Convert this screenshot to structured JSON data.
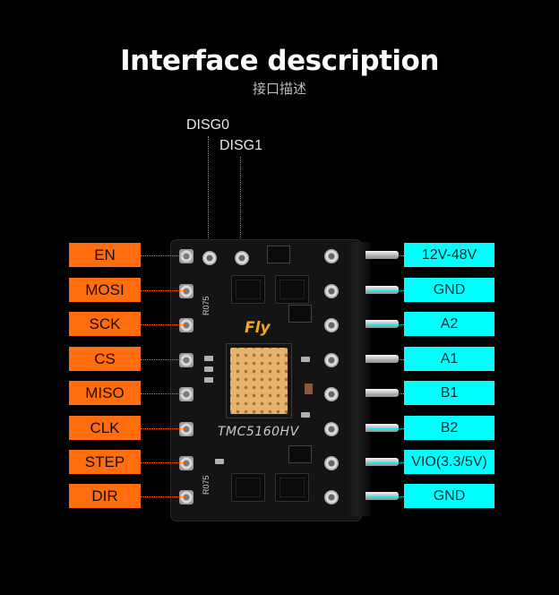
{
  "header": {
    "title": "Interface description",
    "subtitle": "接口描述"
  },
  "top_pins": [
    "DISG0",
    "DISG1"
  ],
  "board": {
    "brand": "Fly",
    "model": "TMC5160HV",
    "resistor_upper": "R075",
    "resistor_lower": "R075"
  },
  "left_pins": [
    "EN",
    "MOSI",
    "SCK",
    "CS",
    "MISO",
    "CLK",
    "STEP",
    "DIR"
  ],
  "right_pins": [
    "12V-48V",
    "GND",
    "A2",
    "A1",
    "B1",
    "B2",
    "VIO(3.3/5V)",
    "GND"
  ],
  "colors": {
    "left_label_bg": "#ff6d0f",
    "right_label_bg": "#00ffff",
    "background": "#000000",
    "core": "#e6b46e",
    "brand": "#f1a62a"
  }
}
